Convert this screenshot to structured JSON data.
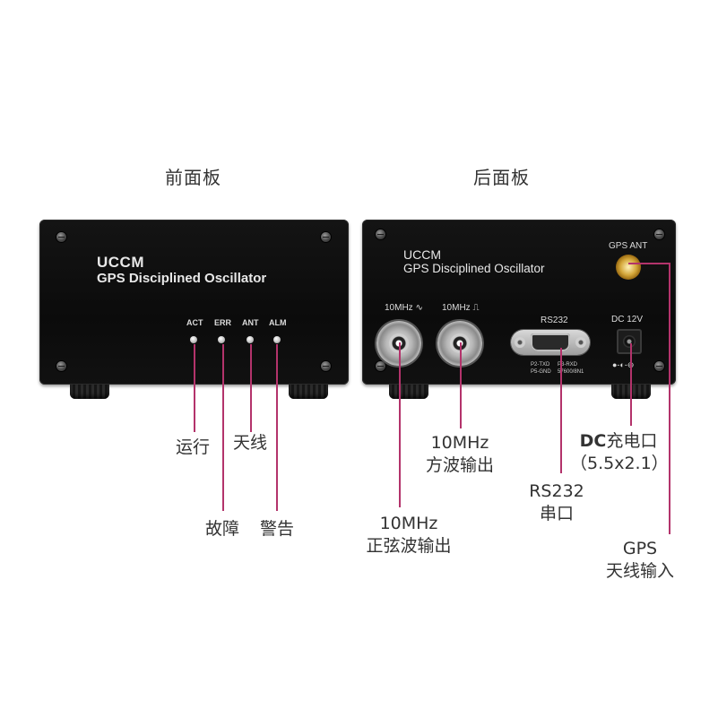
{
  "front": {
    "title": "前面板",
    "brand_line1": "UCCM",
    "brand_line2": "GPS Disciplined Oscillator",
    "leds": [
      {
        "label": "ACT"
      },
      {
        "label": "ERR"
      },
      {
        "label": "ANT"
      },
      {
        "label": "ALM"
      }
    ],
    "callouts": {
      "run": "运行",
      "antenna": "天线",
      "fault": "故障",
      "alarm": "警告"
    }
  },
  "rear": {
    "title": "后面板",
    "brand_line1": "UCCM",
    "brand_line2": "GPS Disciplined Oscillator",
    "gps_ant_label": "GPS ANT",
    "bnc_sine_label": "10MHz",
    "bnc_square_label": "10MHz",
    "rs232_label": "RS232",
    "dc_label": "DC 12V",
    "pinout": {
      "l1": "P2-TXD",
      "l2": "P5-GND",
      "r1": "P3-RXD",
      "r2": "57600/8N1"
    },
    "callouts": {
      "square_l1": "10MHz",
      "square_l2": "方波输出",
      "sine_l1": "10MHz",
      "sine_l2": "正弦波输出",
      "rs232_l1": "RS232",
      "rs232_l2": "串口",
      "dc_bold": "DC",
      "dc_rest": "充电口",
      "dc_l2": "（5.5x2.1）",
      "gps_l1": "GPS",
      "gps_l2": "天线输入"
    }
  },
  "colors": {
    "callout_line": "#b3336b",
    "panel": "#111111",
    "sma_gold": "#d4a73a"
  }
}
